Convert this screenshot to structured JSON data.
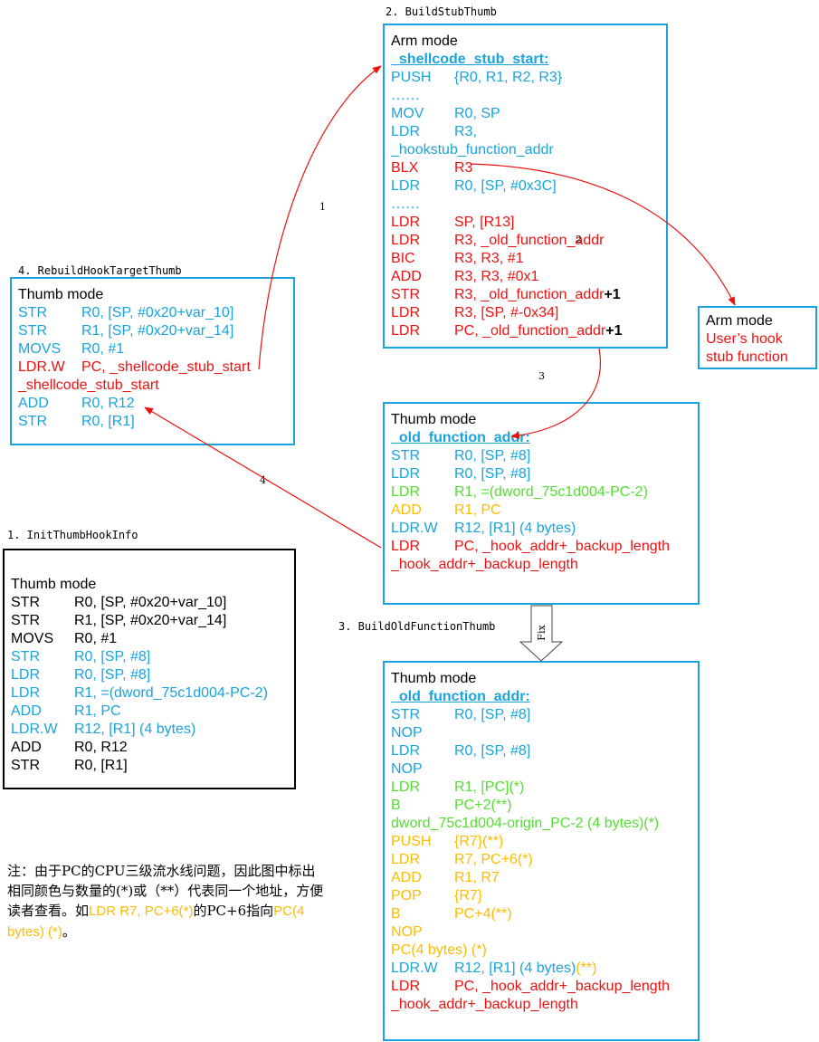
{
  "colors": {
    "blue": "#1aa3dc",
    "red": "#ee1111",
    "green": "#55dd33",
    "orange": "#ffbb00",
    "black": "#000000"
  },
  "titles": {
    "build_stub": "2. BuildStubThumb",
    "rebuild_hook": "4. RebuildHookTargetThumb",
    "init_hook": "1. InitThumbHookInfo",
    "build_old": "3. BuildOldFunctionThumb"
  },
  "arrow_labels": {
    "a1": "1",
    "a2": "2",
    "a3": "3",
    "a4": "4",
    "fix": "Fix"
  },
  "build_stub_box": {
    "lines": [
      {
        "t": "Arm mode",
        "c": "black",
        "k": "hdr"
      },
      {
        "t": "_shellcode_stub_start:",
        "c": "blue",
        "k": "lbl"
      },
      {
        "op": "PUSH",
        "arg": "{R0, R1, R2, R3}",
        "c": "blue"
      },
      {
        "t": "……",
        "c": "blue"
      },
      {
        "op": "MOV",
        "arg": "R0, SP",
        "c": "blue"
      },
      {
        "op": "LDR",
        "arg": "R3,",
        "c": "blue"
      },
      {
        "t": "_hookstub_function_addr",
        "c": "blue"
      },
      {
        "op": "BLX",
        "arg": "R3",
        "c": "red"
      },
      {
        "op": "LDR",
        "arg": "R0, [SP, #0x3C]",
        "c": "blue"
      },
      {
        "t": "……",
        "c": "blue"
      },
      {
        "op": "LDR",
        "arg": "SP, [R13]",
        "c": "red"
      },
      {
        "op": "LDR",
        "arg": "R3, _old_function_addr",
        "c": "red"
      },
      {
        "op": "BIC",
        "arg": "R3, R3, #1",
        "c": "red"
      },
      {
        "op": "ADD",
        "arg": "R3, R3, #0x1",
        "c": "red"
      },
      {
        "op": "STR",
        "arg": "R3, _old_function_addr",
        "bold": "+1",
        "c": "red"
      },
      {
        "op": "LDR",
        "arg": "R3, [SP, #-0x34]",
        "c": "red"
      },
      {
        "op": "LDR",
        "arg": "PC, _old_function_addr",
        "bold": "+1",
        "c": "red"
      }
    ]
  },
  "user_hook_box": {
    "lines": [
      {
        "t": "Arm mode",
        "c": "black"
      },
      {
        "t": "User’s hook",
        "c": "red"
      },
      {
        "t": "stub function",
        "c": "red"
      }
    ]
  },
  "rebuild_box": {
    "lines": [
      {
        "t": "Thumb mode",
        "c": "black",
        "k": "hdr"
      },
      {
        "op": "STR",
        "arg": "R0, [SP, #0x20+var_10]",
        "c": "blue"
      },
      {
        "op": "STR",
        "arg": "R1, [SP, #0x20+var_14]",
        "c": "blue"
      },
      {
        "op": "MOVS",
        "arg": "R0, #1",
        "c": "blue"
      },
      {
        "op": "LDR.W",
        "arg": "PC, _shellcode_stub_start",
        "c": "red"
      },
      {
        "t": "_shellcode_stub_start",
        "c": "red"
      },
      {
        "op": "ADD",
        "arg": "R0, R12",
        "c": "blue"
      },
      {
        "op": "STR",
        "arg": "R0, [R1]",
        "c": "blue"
      }
    ]
  },
  "old_func_box": {
    "lines": [
      {
        "t": "Thumb mode",
        "c": "black",
        "k": "hdr"
      },
      {
        "t": "_old_function_addr:",
        "c": "blue",
        "k": "lbl"
      },
      {
        "op": "STR",
        "arg": "R0, [SP, #8]",
        "c": "blue"
      },
      {
        "op": "LDR",
        "arg": "R0, [SP, #8]",
        "c": "blue"
      },
      {
        "op": "LDR",
        "arg": "R1, =(dword_75c1d004-PC-2)",
        "c": "green"
      },
      {
        "op": "ADD",
        "arg": "R1, PC",
        "c": "orange"
      },
      {
        "op": "LDR.W",
        "arg": "R12, [R1] (4 bytes)",
        "c": "blue"
      },
      {
        "op": "LDR",
        "arg": "PC, _hook_addr+_backup_length",
        "c": "red"
      },
      {
        "t": "_hook_addr+_backup_length",
        "c": "red"
      }
    ]
  },
  "init_box": {
    "lines": [
      {
        "t": "",
        "c": "black"
      },
      {
        "t": "Thumb mode",
        "c": "black",
        "k": "hdr"
      },
      {
        "op": "STR",
        "arg": "R0, [SP, #0x20+var_10]",
        "c": "black"
      },
      {
        "op": "STR",
        "arg": "R1, [SP, #0x20+var_14]",
        "c": "black"
      },
      {
        "op": "MOVS",
        "arg": "R0, #1",
        "c": "black"
      },
      {
        "op": "STR",
        "arg": "R0, [SP, #8]",
        "c": "blue"
      },
      {
        "op": "LDR",
        "arg": "R0, [SP, #8]",
        "c": "blue"
      },
      {
        "op": "LDR",
        "arg": "R1, =(dword_75c1d004-PC-2)",
        "c": "blue"
      },
      {
        "op": "ADD",
        "arg": "R1, PC",
        "c": "blue"
      },
      {
        "op": "LDR.W",
        "arg": "R12, [R1] (4 bytes)",
        "c": "blue"
      },
      {
        "op": "ADD",
        "arg": "R0, R12",
        "c": "black"
      },
      {
        "op": "STR",
        "arg": "R0, [R1]",
        "c": "black"
      }
    ]
  },
  "fixed_box": {
    "lines": [
      {
        "t": "Thumb mode",
        "c": "black",
        "k": "hdr"
      },
      {
        "t": "_old_function_addr:",
        "c": "blue",
        "k": "lbl"
      },
      {
        "op": "STR",
        "arg": "R0, [SP, #8]",
        "c": "blue"
      },
      {
        "t": "NOP",
        "c": "blue"
      },
      {
        "op": "LDR",
        "arg": "R0, [SP, #8]",
        "c": "blue"
      },
      {
        "t": "NOP",
        "c": "blue"
      },
      {
        "op": "LDR",
        "arg": "R1, [PC](*)",
        "c": "green"
      },
      {
        "op": "B",
        "arg": "PC+2(**)",
        "c": "green"
      },
      {
        "t": "dword_75c1d004-origin_PC-2 (4 bytes)(*)",
        "c": "green"
      },
      {
        "op": "PUSH",
        "arg": "{R7}(**)",
        "c": "orange"
      },
      {
        "op": "LDR",
        "arg": "R7, PC+6(*)",
        "c": "orange"
      },
      {
        "op": "ADD",
        "arg": "R1, R7",
        "c": "orange"
      },
      {
        "op": "POP",
        "arg": "{R7}",
        "c": "orange"
      },
      {
        "op": "B",
        "arg": "PC+4(**)",
        "c": "orange"
      },
      {
        "t": "NOP",
        "c": "orange"
      },
      {
        "t": "PC(4 bytes) (*)",
        "c": "orange"
      },
      {
        "op": "LDR.W",
        "arg": "R12, [R1] (4 bytes)",
        "argc": "blue",
        "tail": "(**)",
        "c": "blue"
      },
      {
        "op": "LDR",
        "arg": "PC, _hook_addr+_backup_length",
        "c": "red"
      },
      {
        "t": "_hook_addr+_backup_length",
        "c": "red"
      }
    ]
  },
  "note": {
    "segments": [
      {
        "t": "注：由于PC的CPU三级流水线问题，因此图中标出相同颜色与数量的(*)或（**）代表同一个地址，方便读者查看。如",
        "c": "black"
      },
      {
        "t": "LDR R7, PC+6(*)",
        "c": "orange"
      },
      {
        "t": "的PC+6指向",
        "c": "black"
      },
      {
        "t": "PC(4 bytes) (*)",
        "c": "orange"
      },
      {
        "t": "。",
        "c": "black"
      }
    ]
  }
}
